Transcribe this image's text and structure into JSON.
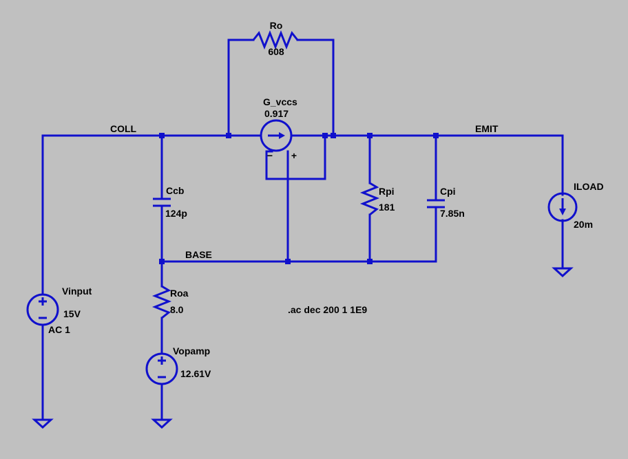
{
  "colors": {
    "background": "#c0c0c0",
    "wire": "#1010cc",
    "text": "#000000"
  },
  "nets": {
    "coll": "COLL",
    "emit": "EMIT",
    "base": "BASE"
  },
  "components": {
    "ro": {
      "name": "Ro",
      "value": "608"
    },
    "g_vccs": {
      "name": "G_vccs",
      "value": "0.917"
    },
    "ccb": {
      "name": "Ccb",
      "value": "124p"
    },
    "rpi": {
      "name": "Rpi",
      "value": "181"
    },
    "cpi": {
      "name": "Cpi",
      "value": "7.85n"
    },
    "iload": {
      "name": "ILOAD",
      "value": "20m"
    },
    "vinput": {
      "name": "Vinput",
      "value": "15V",
      "ac": "AC 1"
    },
    "roa": {
      "name": "Roa",
      "value": "8.0"
    },
    "vopamp": {
      "name": "Vopamp",
      "value": "12.61V"
    }
  },
  "directive": ".ac dec 200 1 1E9"
}
